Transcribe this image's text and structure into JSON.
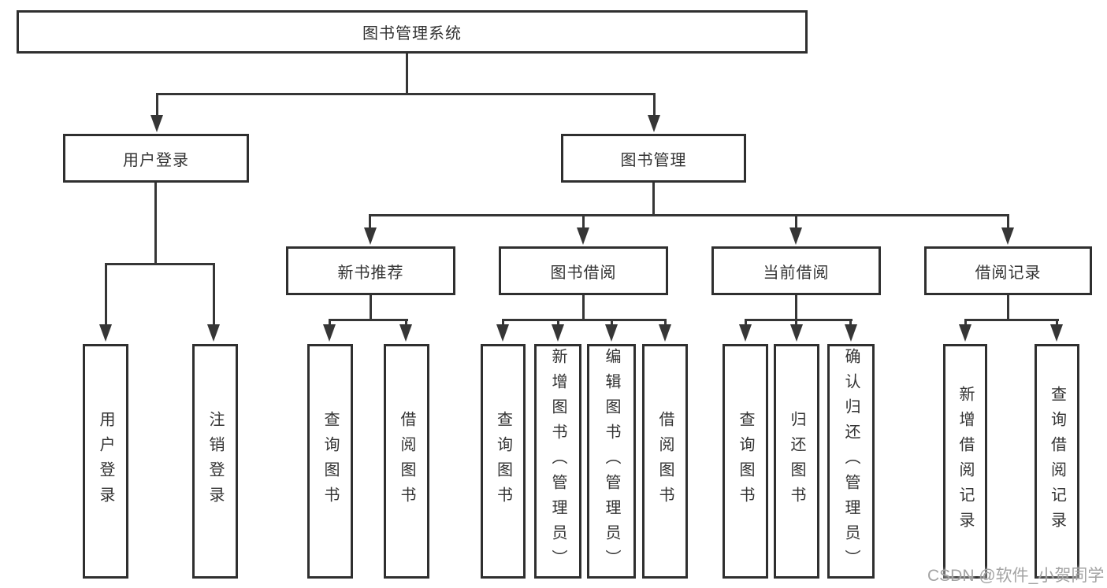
{
  "diagram": {
    "root": "图书管理系统",
    "level2": [
      "用户登录",
      "图书管理"
    ],
    "level3": [
      "新书推荐",
      "图书借阅",
      "当前借阅",
      "借阅记录"
    ],
    "leaves": {
      "user_login": [
        "用户登录",
        "注销登录"
      ],
      "new_book": [
        "查询图书",
        "借阅图书"
      ],
      "book_borrowing": [
        "查询图书",
        "新增图书（管理员）",
        "编辑图书（管理员）",
        "借阅图书"
      ],
      "current_borrowing": [
        "查询图书",
        "归还图书",
        "确认归还（管理员）"
      ],
      "borrowing_records": [
        "新增借阅记录",
        "查询借阅记录"
      ]
    },
    "colors": {
      "line": "#363636",
      "border": "#2f2f2f",
      "text": "#333333",
      "background": "#ffffff",
      "watermark": "#a3a3a3"
    }
  },
  "watermark": "CSDN @软件_小贺同学"
}
